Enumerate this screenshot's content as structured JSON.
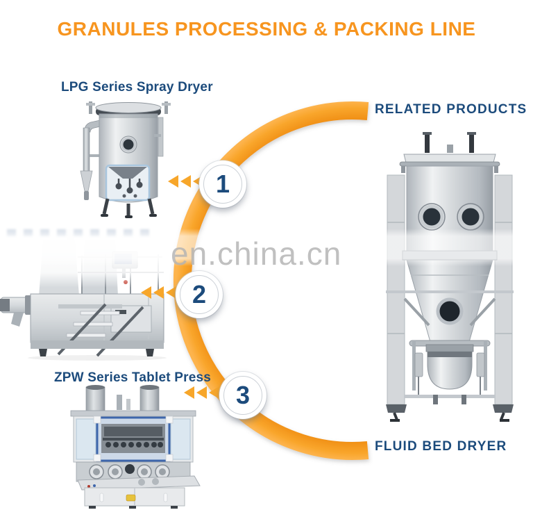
{
  "title": {
    "text": "GRANULES PROCESSING & PACKING LINE",
    "color": "#F7951F"
  },
  "watermark": {
    "text": "en.china.cn",
    "color": "#B3B3B3"
  },
  "process": {
    "steps": [
      {
        "number": "1",
        "label": "LPG Series Spray Dryer",
        "icon": "spray-dryer-illustration"
      },
      {
        "number": "2",
        "label": "",
        "icon": "granulator-illustration"
      },
      {
        "number": "3",
        "label": "ZPW Series Tablet Press",
        "icon": "tablet-press-illustration"
      }
    ]
  },
  "related_products": {
    "header": "RELATED PRODUCTS",
    "product_name": "FLUID BED DRYER",
    "icon": "fluid-bed-dryer-illustration"
  },
  "colors": {
    "title_orange": "#F7951F",
    "arc_orange_dark": "#EE8A10",
    "arc_orange_light": "#FDB44E",
    "chevron_orange": "#F7A62A",
    "navy_text": "#1C4B7C",
    "watermark_gray": "#B3B3B3"
  }
}
